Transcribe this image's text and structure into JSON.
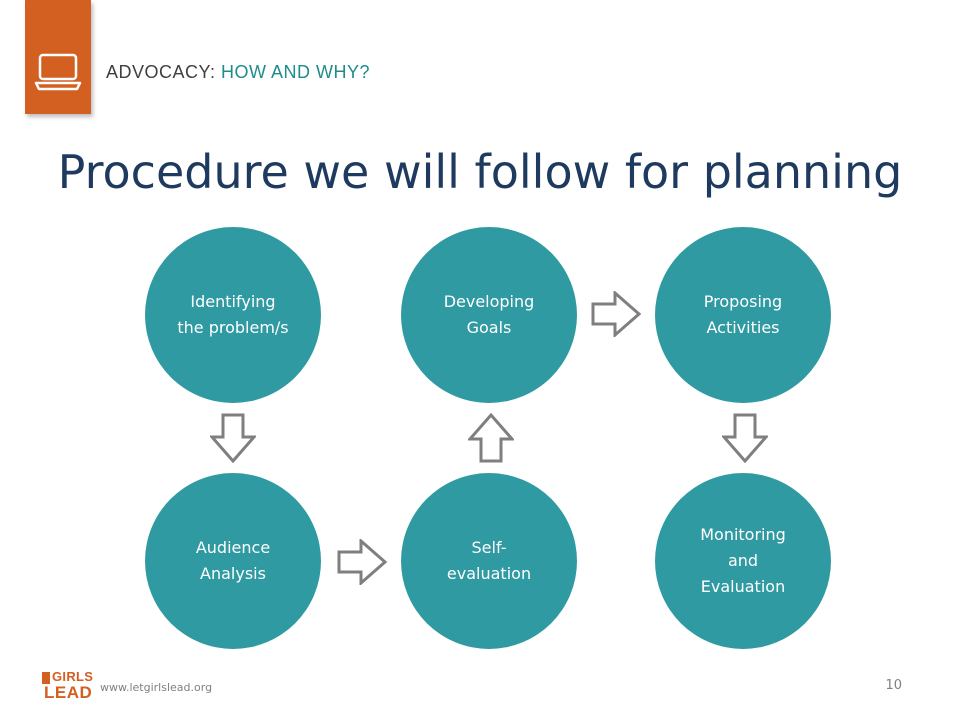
{
  "header": {
    "section_prefix": "ADVOCACY:",
    "section_accent": "HOW  AND  WHY?",
    "icon": "laptop-icon"
  },
  "title": "Procedure we will follow for planning",
  "steps": [
    {
      "label": "Identifying\nthe problem/s"
    },
    {
      "label": "Audience\nAnalysis"
    },
    {
      "label": "Self-\nevaluation"
    },
    {
      "label": "Developing\nGoals"
    },
    {
      "label": "Proposing\nActivities"
    },
    {
      "label": "Monitoring\nand\nEvaluation"
    }
  ],
  "footer": {
    "logo_top": "GIRLS",
    "logo_bottom": "LEAD",
    "url": "www.letgirlslead.org",
    "page_number": "10"
  },
  "colors": {
    "accent_orange": "#d35f21",
    "circle_teal": "#2f9aa1",
    "title_navy": "#1e3a5f",
    "header_teal": "#1f8c8c"
  }
}
